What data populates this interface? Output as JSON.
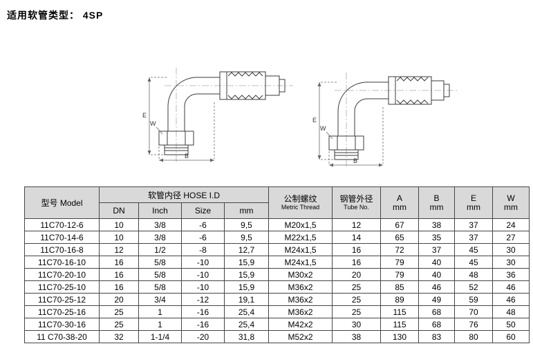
{
  "page": {
    "title": "适用软管类型： 4SP"
  },
  "diagram": {
    "labels": {
      "e": "E",
      "w": "W",
      "b": "B"
    }
  },
  "table": {
    "header": {
      "model": "型号 Model",
      "hose_id": "软管内径 HOSE I.D",
      "sub": [
        "DN",
        "Inch",
        "Size",
        "mm"
      ],
      "metric_thread_cn": "公制螺纹",
      "metric_thread_en": "Metric Thread",
      "tube_cn": "钢管外径",
      "tube_en": "Tube No.",
      "a": "A",
      "b": "B",
      "e": "E",
      "w": "W",
      "mm": "mm"
    },
    "rows": [
      [
        "11C70-12-6",
        "10",
        "3/8",
        "-6",
        "9,5",
        "M20x1,5",
        "12",
        "67",
        "38",
        "37",
        "24"
      ],
      [
        "11C70-14-6",
        "10",
        "3/8",
        "-6",
        "9,5",
        "M22x1,5",
        "14",
        "65",
        "35",
        "37",
        "27"
      ],
      [
        "11C70-16-8",
        "12",
        "1/2",
        "-8",
        "12,7",
        "M24x1,5",
        "16",
        "72",
        "37",
        "45",
        "30"
      ],
      [
        "11C70-16-10",
        "16",
        "5/8",
        "-10",
        "15,9",
        "M24x1,5",
        "16",
        "79",
        "40",
        "45",
        "30"
      ],
      [
        "11C70-20-10",
        "16",
        "5/8",
        "-10",
        "15,9",
        "M30x2",
        "20",
        "79",
        "40",
        "48",
        "36"
      ],
      [
        "11C70-25-10",
        "16",
        "5/8",
        "-10",
        "15,9",
        "M36x2",
        "25",
        "85",
        "46",
        "52",
        "46"
      ],
      [
        "11C70-25-12",
        "20",
        "3/4",
        "-12",
        "19,1",
        "M36x2",
        "25",
        "89",
        "49",
        "59",
        "46"
      ],
      [
        "11C70-25-16",
        "25",
        "1",
        "-16",
        "25,4",
        "M36x2",
        "25",
        "115",
        "68",
        "70",
        "48"
      ],
      [
        "11C70-30-16",
        "25",
        "1",
        "-16",
        "25,4",
        "M42x2",
        "30",
        "115",
        "68",
        "76",
        "50"
      ],
      [
        "11 C70-38-20",
        "32",
        "1-1/4",
        "-20",
        "31,8",
        "M52x2",
        "38",
        "130",
        "83",
        "80",
        "60"
      ]
    ]
  }
}
